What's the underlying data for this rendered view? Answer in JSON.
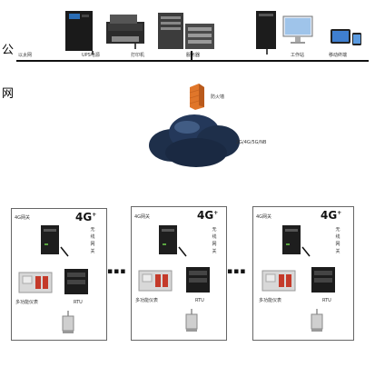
{
  "side_labels": {
    "top": "公",
    "bottom": "网"
  },
  "bus_label_left": "以太网",
  "top_devices": [
    {
      "label": "UPS电源",
      "icon": "ups-icon"
    },
    {
      "label": "打印机",
      "icon": "printer-icon"
    },
    {
      "label": "服务器",
      "icon": "server-icon"
    },
    {
      "label": "工作站",
      "icon": "workstation-icon"
    },
    {
      "label": "移动终端",
      "icon": "mobile-terminal-icon"
    }
  ],
  "firewall_label": "防火墙",
  "cloud_label": "2G/4G/5G/NB",
  "sites": [
    {
      "gateway_label": "4G网关",
      "g4_label": "4G",
      "vertical_text": [
        "无",
        "线",
        "网",
        "关"
      ],
      "meter_label": "多功能仪表",
      "rtu_label": "RTU",
      "has_sensor": true
    },
    {
      "gateway_label": "4G网关",
      "g4_label": "4G",
      "vertical_text": [
        "无",
        "线",
        "网",
        "关"
      ],
      "meter_label": "多功能仪表",
      "rtu_label": "RTU",
      "has_sensor": true
    },
    {
      "gateway_label": "4G网关",
      "g4_label": "4G",
      "vertical_text": [
        "无",
        "线",
        "网",
        "关"
      ],
      "meter_label": "多功能仪表",
      "rtu_label": "RTU",
      "has_sensor": true
    }
  ],
  "ellipsis_1": "▪▪▪",
  "ellipsis_2": "▪▪▪",
  "colors": {
    "cloud": "#1e2f4a",
    "firewall": "#e0762a",
    "line": "#111111"
  }
}
